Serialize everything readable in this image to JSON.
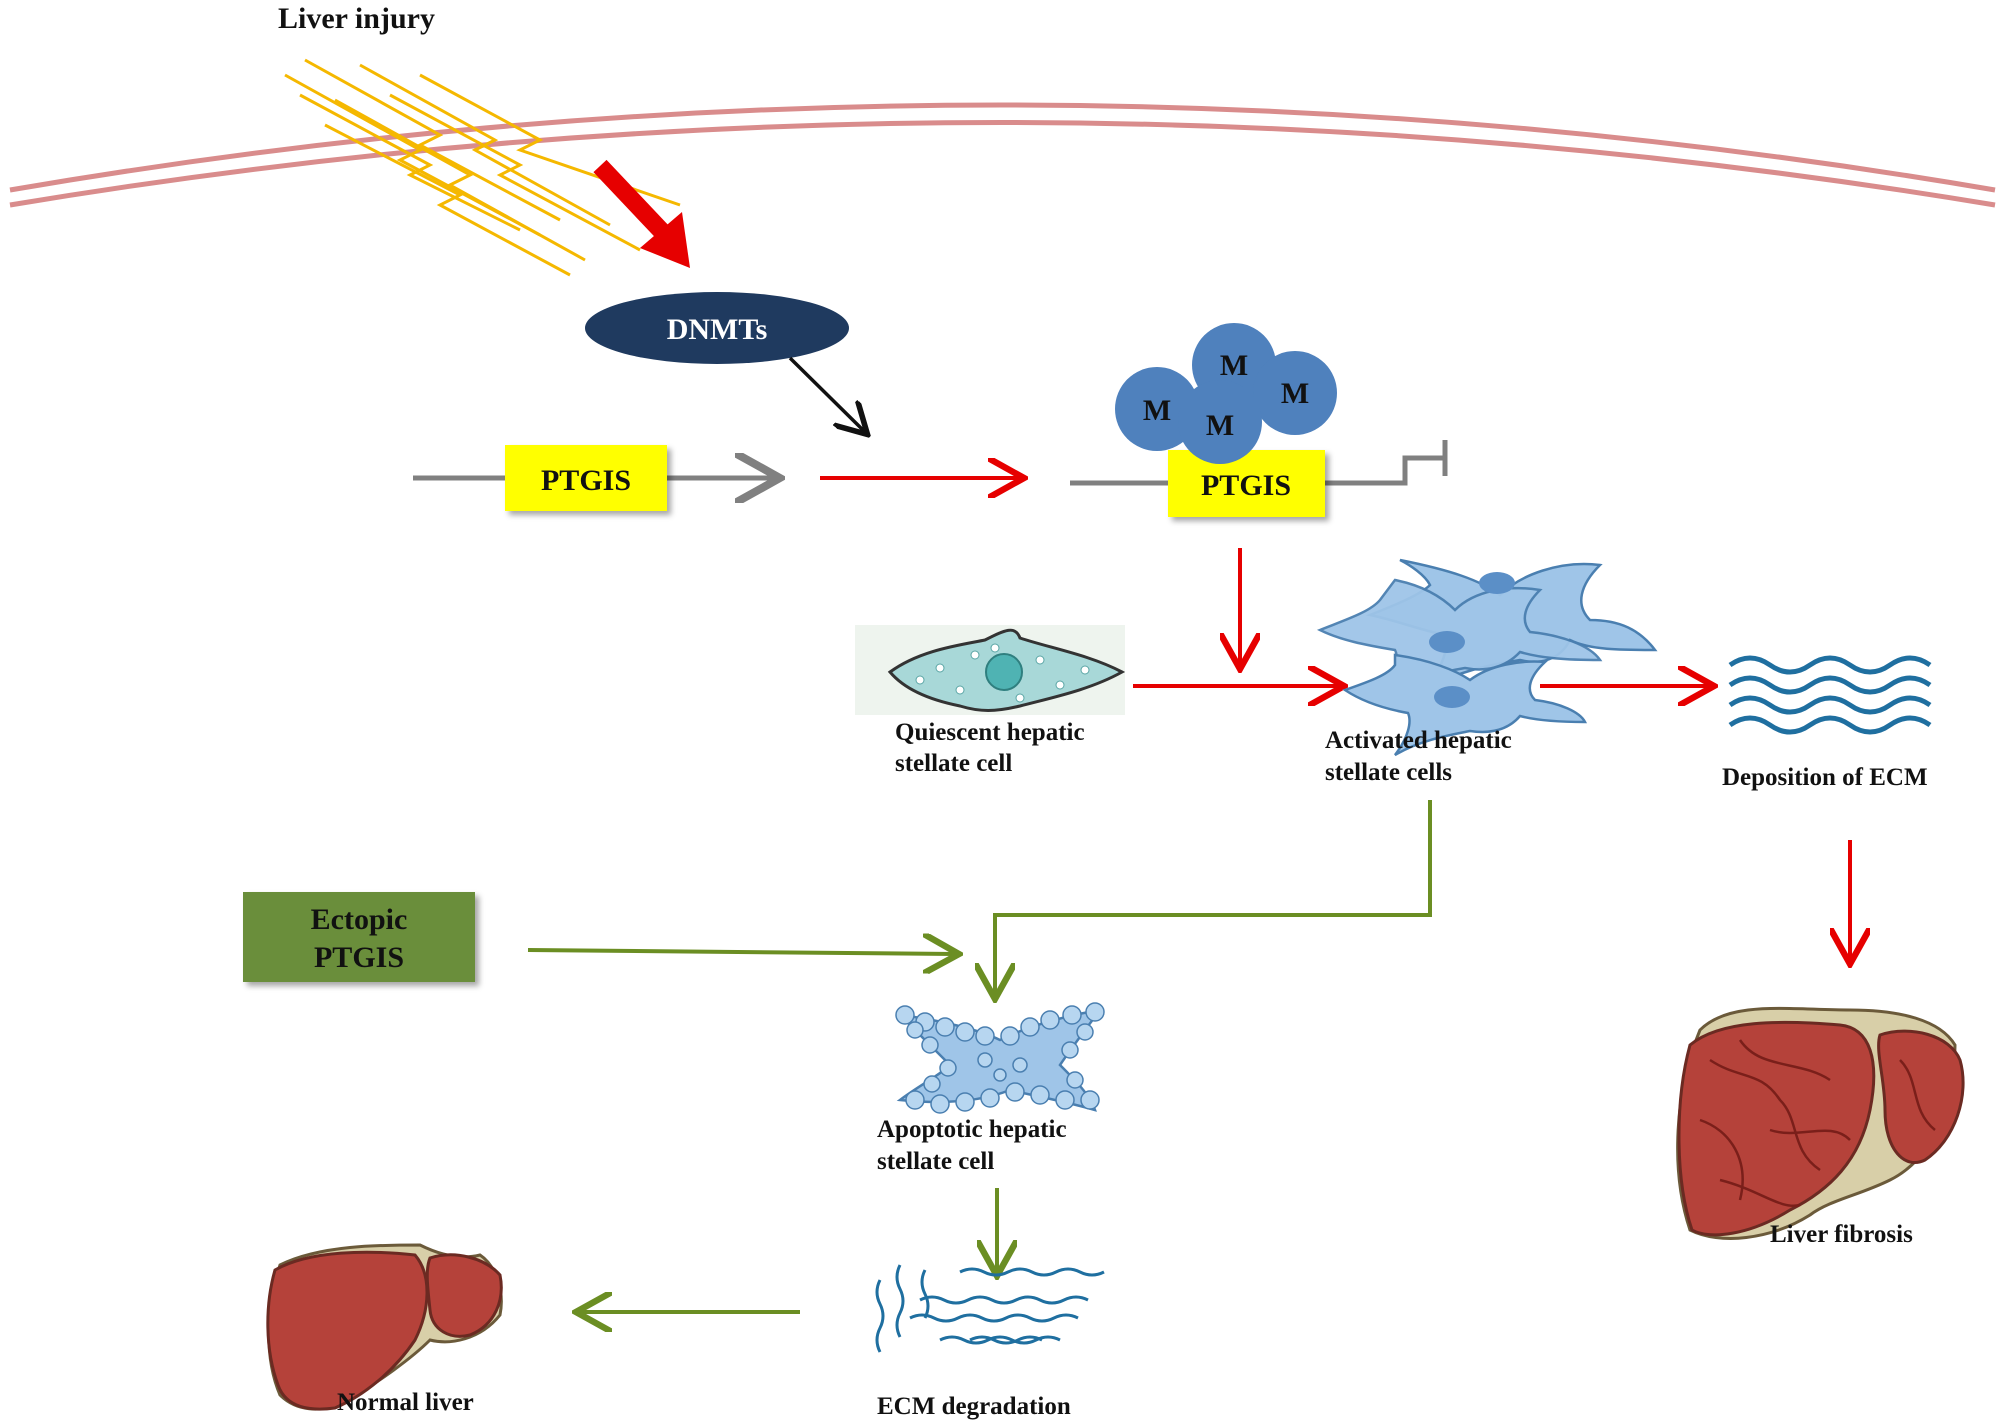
{
  "labels": {
    "liver_injury": "Liver injury",
    "dnmts": "DNMTs",
    "ptgis_unmethylated": "PTGIS",
    "ptgis_methylated": "PTGIS",
    "methyl_mark": "M",
    "quiescent_line1": "Quiescent hepatic",
    "quiescent_line2": "stellate cell",
    "activated_line1": "Activated hepatic",
    "activated_line2": "stellate cells",
    "deposition_ecm": "Deposition of ECM",
    "liver_fibrosis": "Liver fibrosis",
    "ectopic_line1": "Ectopic",
    "ectopic_line2": "PTGIS",
    "apoptotic_line1": "Apoptotic hepatic",
    "apoptotic_line2": "stellate cell",
    "ecm_degradation": "ECM degradation",
    "normal_liver": "Normal liver"
  },
  "colors": {
    "membrane": "#d98c8c",
    "lightning": "#f5b800",
    "red_arrow": "#e60000",
    "green_arrow": "#6b8e23",
    "gray_line": "#808080",
    "dnmts_fill": "#1f3a5f",
    "methyl_fill": "#4f81bd",
    "ptgis_box": "#ffff00",
    "ectopic_box": "#6b8e3a",
    "cell_blue": "#9fc5e8",
    "quiescent_fill": "#a8d8d8",
    "ecm_blue": "#1f6fa0",
    "liver_fill": "#b5423a",
    "liver_outline": "#6b2a22",
    "fibrosis_ligament": "#d8cfa8"
  }
}
